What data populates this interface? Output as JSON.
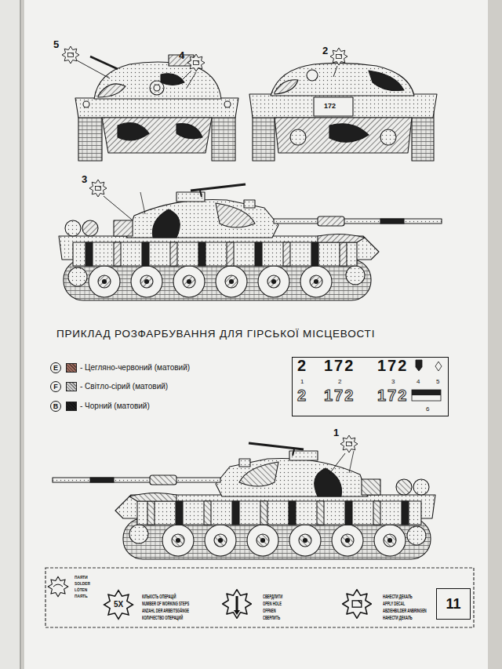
{
  "diagram": {
    "title": "ПРИКЛАД РОЗФАРБУВАННЯ ДЛЯ ГІРСЬКОЇ МІСЦЕВОСТІ",
    "nodes": [
      {
        "text": [
          "E"
        ]
      },
      {
        "text": [
          "F"
        ]
      },
      {
        "text": [
          "B"
        ]
      },
      {
        "text": [
          "2",
          "172",
          "172",
          "1",
          "2",
          "3",
          "4",
          "5",
          "2",
          "172",
          "172",
          "6"
        ]
      },
      {
        "text": [
          "5X"
        ]
      },
      {
        "text": [
          "11"
        ]
      }
    ],
    "labels": [
      "5",
      "4",
      "2",
      "172",
      "3",
      "1",
      "ПАЯТИ",
      "SOLDER",
      "LÖTEN",
      "ПАЯТЬ",
      "КІЛЬКІСТЬ ОПЕРАЦІЙ",
      "NUMBER OF WORKING STEPS",
      "ANZAHL DER ARBEITSGÄNGE",
      "КОЛИЧЕСТВО ОПЕРАЦИЙ",
      "СВЕРДЛИТИ",
      "OPEN HOLE",
      "OFFNEN",
      "СВЕРЛИТЬ",
      "НАНЕСТИ ДЕКАЛЬ",
      "APPLY DECAL",
      "ABZIEHBILDER ANBRINGEN",
      "НАНЕСТИ ДЕКАЛЬ"
    ],
    "legend": [
      {
        "text": "- Цегляно-червоний (матовий)",
        "color": "#9c6b5e"
      },
      {
        "text": "- Світло-сірий (матовий)",
        "color": "#cfcfcf"
      },
      {
        "text": "- Чорний (матовий)",
        "color": "#1e1e1e"
      }
    ]
  }
}
